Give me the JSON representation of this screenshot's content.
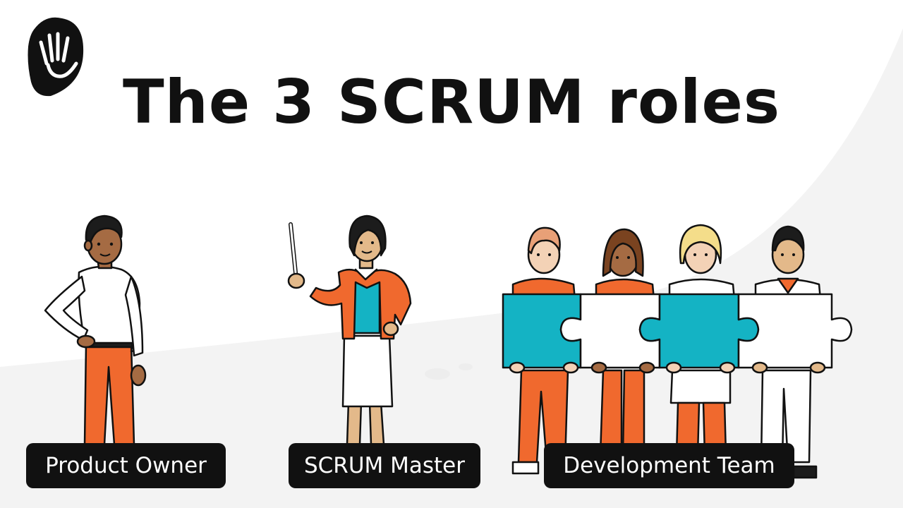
{
  "title": "The 3 SCRUM roles",
  "logo": {
    "icon": "hand-icon"
  },
  "roles": [
    {
      "label": "Product Owner"
    },
    {
      "label": "SCRUM Master"
    },
    {
      "label": "Development Team"
    }
  ],
  "colors": {
    "background": "#ffffff",
    "backdrop_curve": "#f1f1f1",
    "title_text": "#111111",
    "label_bg": "#111111",
    "label_text": "#ffffff",
    "orange": "#f0692e",
    "teal": "#14b3c4",
    "skin_dark": "#a56b43",
    "skin_light": "#f3d2b6",
    "hair_dark": "#1c1c1c",
    "hair_blonde": "#f4dd8a",
    "hair_ginger": "#e8a077"
  }
}
